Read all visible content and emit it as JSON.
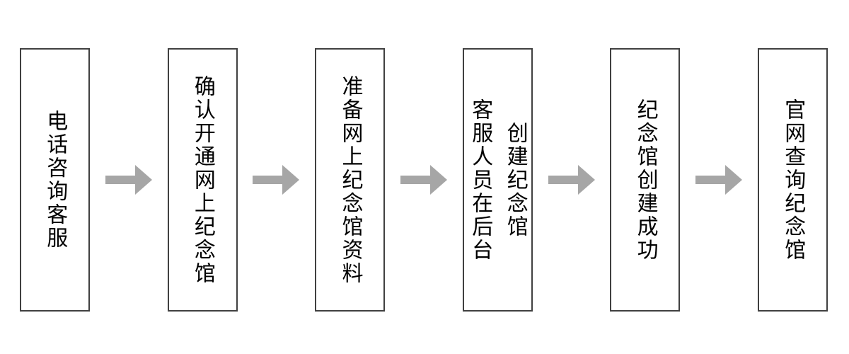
{
  "flowchart": {
    "description": "online memorial hall creation process flow",
    "direction": "left-to-right",
    "steps": [
      {
        "id": "step-1",
        "label": "电话咨询客服"
      },
      {
        "id": "step-2",
        "label": "确认开通网上纪念馆"
      },
      {
        "id": "step-3",
        "label": "准备网上纪念馆资料"
      },
      {
        "id": "step-4",
        "label": "客服人员在后台\n创建纪念馆"
      },
      {
        "id": "step-5",
        "label": "纪念馆创建成功"
      },
      {
        "id": "step-6",
        "label": "官网查询纪念馆"
      }
    ],
    "connector": {
      "icon": "arrow-right-icon"
    }
  },
  "theme": {
    "background": "#ffffff",
    "box_border_color": "#404040",
    "text_color": "#000000",
    "arrow_color": "#a6a6a6"
  }
}
